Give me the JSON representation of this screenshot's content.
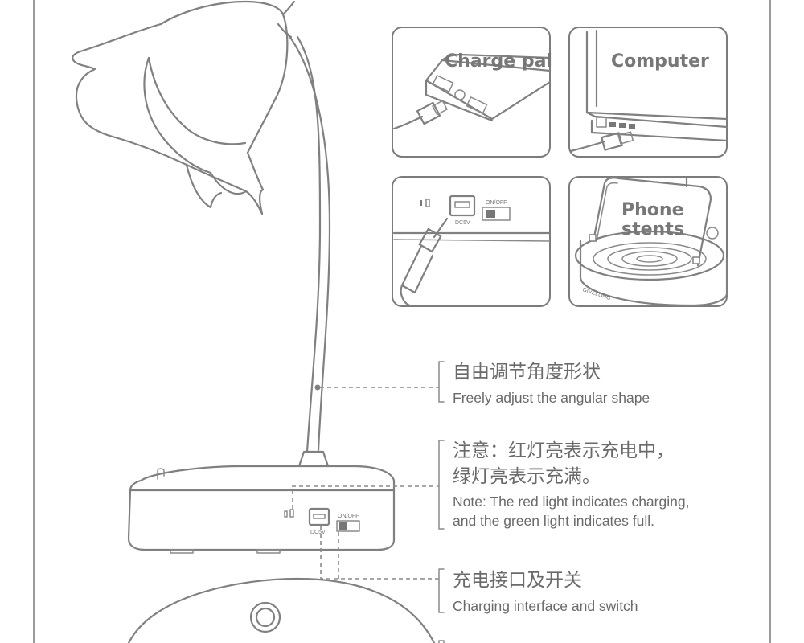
{
  "panels": {
    "charge_pal": "Charge pal",
    "computer": "Computer",
    "phone_stents_line1": "Phone",
    "phone_stents_line2": "stents",
    "brand": "GIVELONG",
    "dc5v": "DC5V",
    "onoff": "ON/OFF"
  },
  "base": {
    "dc5v": "DC5V",
    "onoff": "ON/OFF"
  },
  "annotations": {
    "angle_cn": "自由调节角度形状",
    "angle_en": "Freely adjust the angular shape",
    "note_cn_1": "注意：红灯亮表示充电中，",
    "note_cn_2": "绿灯亮表示充满。",
    "note_en_1": "Note: The red light indicates charging,",
    "note_en_2": "and the green light indicates full.",
    "port_cn": "充电接口及开关",
    "port_en": "Charging interface and switch"
  }
}
